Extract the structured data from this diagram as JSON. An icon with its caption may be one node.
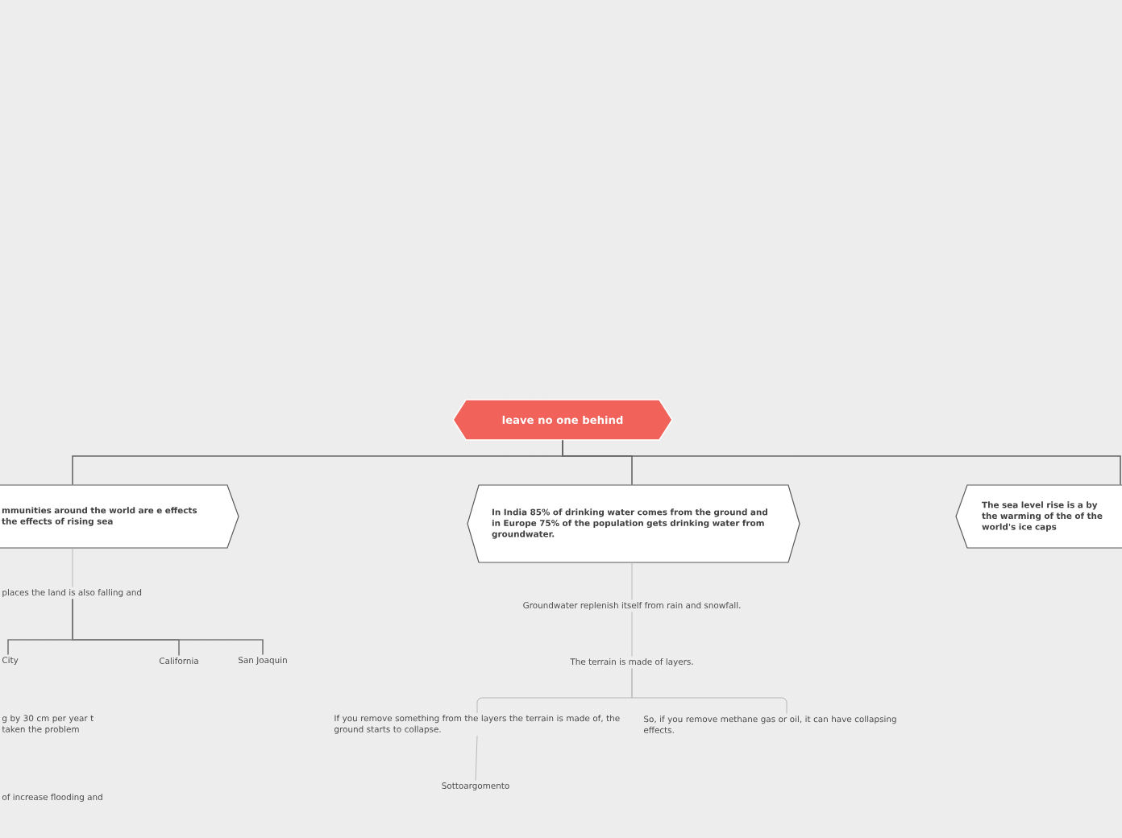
{
  "diagram": {
    "nodes": [
      {
        "text": [
          "leave no one behind"
        ]
      },
      {
        "text": [
          "mmunities around the world are e effects the effects of rising sea"
        ]
      },
      {
        "text": [
          "In India 85% of drinking water comes from the ground and in Europe 75% of the population gets drinking water from groundwater."
        ]
      },
      {
        "text": [
          "The sea level rise is a by the warming of the of the world's ice caps"
        ]
      },
      {
        "text": [
          "places the land is also falling and"
        ]
      },
      {
        "text": [
          "City"
        ]
      },
      {
        "text": [
          "California"
        ]
      },
      {
        "text": [
          "San Joaquin"
        ]
      },
      {
        "text": [
          "g by 30 cm per year t taken the problem"
        ]
      },
      {
        "text": [
          "of increase flooding and"
        ]
      },
      {
        "text": [
          "Groundwater replenish itself from rain and snowfall."
        ]
      },
      {
        "text": [
          "The terrain is made of layers."
        ]
      },
      {
        "text": [
          "If you remove something from the layers the terrain is made of, the ground starts to collapse."
        ]
      },
      {
        "text": [
          "So, if you remove methane gas or oil, it can have collapsing effects."
        ]
      },
      {
        "text": [
          "Sottoargomento"
        ]
      }
    ],
    "edges": [
      {
        "from": 0,
        "to": 1,
        "arrow": "none",
        "color": "#666666"
      },
      {
        "from": 0,
        "to": 2,
        "arrow": "none",
        "color": "#666666"
      },
      {
        "from": 0,
        "to": 3,
        "arrow": "none",
        "color": "#666666"
      },
      {
        "from": 1,
        "to": 4,
        "arrow": "none"
      },
      {
        "from": 4,
        "to": 5,
        "arrow": "none",
        "color": "#777777"
      },
      {
        "from": 4,
        "to": 6,
        "arrow": "none",
        "color": "#777777"
      },
      {
        "from": 4,
        "to": 7,
        "arrow": "none",
        "color": "#777777"
      },
      {
        "from": 2,
        "to": 10,
        "arrow": "none"
      },
      {
        "from": 10,
        "to": 11,
        "arrow": "none"
      },
      {
        "from": 11,
        "to": 12,
        "arrow": "none"
      },
      {
        "from": 11,
        "to": 13,
        "arrow": "none"
      },
      {
        "from": 12,
        "to": 14,
        "arrow": "none"
      }
    ]
  }
}
